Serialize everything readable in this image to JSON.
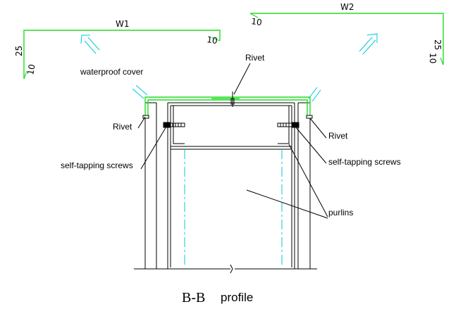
{
  "dimensions": {
    "w1_label": "W1",
    "w2_label": "W2",
    "left_height": "25",
    "left_thickness": "10",
    "left_top_thickness": "10",
    "right_height": "25",
    "right_thickness": "10",
    "right_top_thickness": "10"
  },
  "labels": {
    "waterproof_cover": "waterproof cover",
    "rivet_top": "Rivet",
    "rivet_left": "Rivet",
    "rivet_right": "Rivet",
    "screws_left": "self-tapping screws",
    "screws_right": "self-tapping screws",
    "purlins": "purlins"
  },
  "title": {
    "section": "B-B",
    "suffix": "profile"
  },
  "colors": {
    "green": "#22dd22",
    "cyan": "#00c8d8",
    "line": "#000000"
  }
}
